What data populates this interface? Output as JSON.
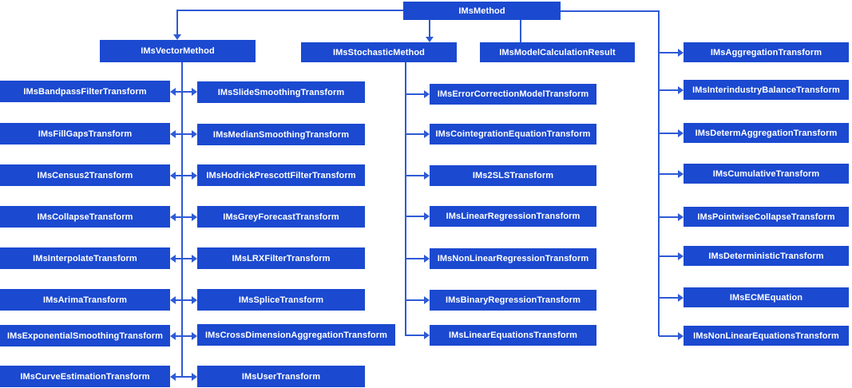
{
  "colors": {
    "node_fill": "#1b49d0",
    "node_text": "#ffffff",
    "connector": "#2e5ad6",
    "background": "#ffffff"
  },
  "diagram": {
    "root": "IMsMethod",
    "level2": [
      "IMsVectorMethod",
      "IMsStochasticMethod",
      "IMsModelCalculationResult"
    ],
    "vector_left": [
      "IMsBandpassFilterTransform",
      "IMsFillGapsTransform",
      "IMsCensus2Transform",
      "IMsCollapseTransform",
      "IMsInterpolateTransform",
      "IMsArimaTransform",
      "IMsExponentialSmoothingTransform",
      "IMsCurveEstimationTransform"
    ],
    "vector_right": [
      "IMsSlideSmoothingTransform",
      "IMsMedianSmoothingTransform",
      "IMsHodrickPrescottFilterTransform",
      "IMsGreyForecastTransform",
      "IMsLRXFilterTransform",
      "IMsSpliceTransform",
      "IMsCrossDimensionAggregationTransform",
      "IMsUserTransform"
    ],
    "stochastic": [
      "IMsErrorCorrectionModelTransform",
      "IMsCointegrationEquationTransform",
      "IMs2SLSTransform",
      "IMsLinearRegressionTransform",
      "IMsNonLinearRegressionTransform",
      "IMsBinaryRegressionTransform",
      "IMsLinearEquationsTransform"
    ],
    "method_right": [
      "IMsAggregationTransform",
      "IMsInterindustryBalanceTransform",
      "IMsDetermAggregationTransform",
      "IMsCumulativeTransform",
      "IMsPointwiseCollapseTransform",
      "IMsDeterministicTransform",
      "IMsECMEquation",
      "IMsNonLinearEquationsTransform"
    ]
  }
}
